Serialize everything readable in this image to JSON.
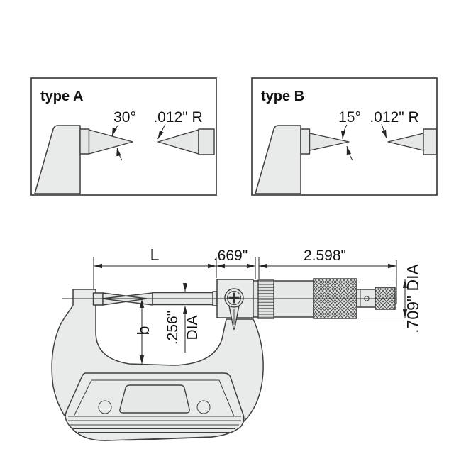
{
  "panel_a": {
    "title": "type A",
    "angle": "30°",
    "tip_radius": ".012\" R"
  },
  "panel_b": {
    "title": "type B",
    "angle": "15°",
    "tip_radius": ".012\" R"
  },
  "main_drawing": {
    "dim_point_length": "L",
    "dim_sleeve_length": ".669\"",
    "dim_thimble_length": "2.598\"",
    "dim_spindle_dia_value": ".256\"",
    "dim_spindle_dia_suffix": "DIA",
    "dim_thimble_dia": ".709\" DIA",
    "dim_throat_depth": "b"
  },
  "colors": {
    "body_fill": "#e9ebeb",
    "part_fill": "#e6e8e8",
    "knurl_fill": "#e2e4e4",
    "line": "#3f3f3f",
    "dim_line": "#232323",
    "text": "#121212",
    "panel_border": "#4a4a4a"
  }
}
